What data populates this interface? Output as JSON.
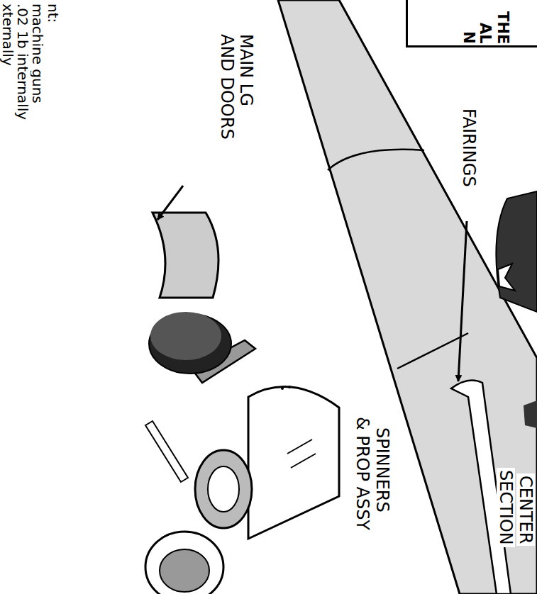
{
  "diagram": {
    "nodes": [
      {
        "text": [
          "THE",
          "AL",
          "N"
        ]
      }
    ],
    "labels": [
      "MAIN LG",
      "AND DOORS",
      "FAIRINGS",
      "CENTER",
      "SECTION",
      "SPINNERS",
      "& PROP ASSY",
      "nt:",
      "machine guns",
      ".02 1b internally",
      "xternally"
    ]
  }
}
